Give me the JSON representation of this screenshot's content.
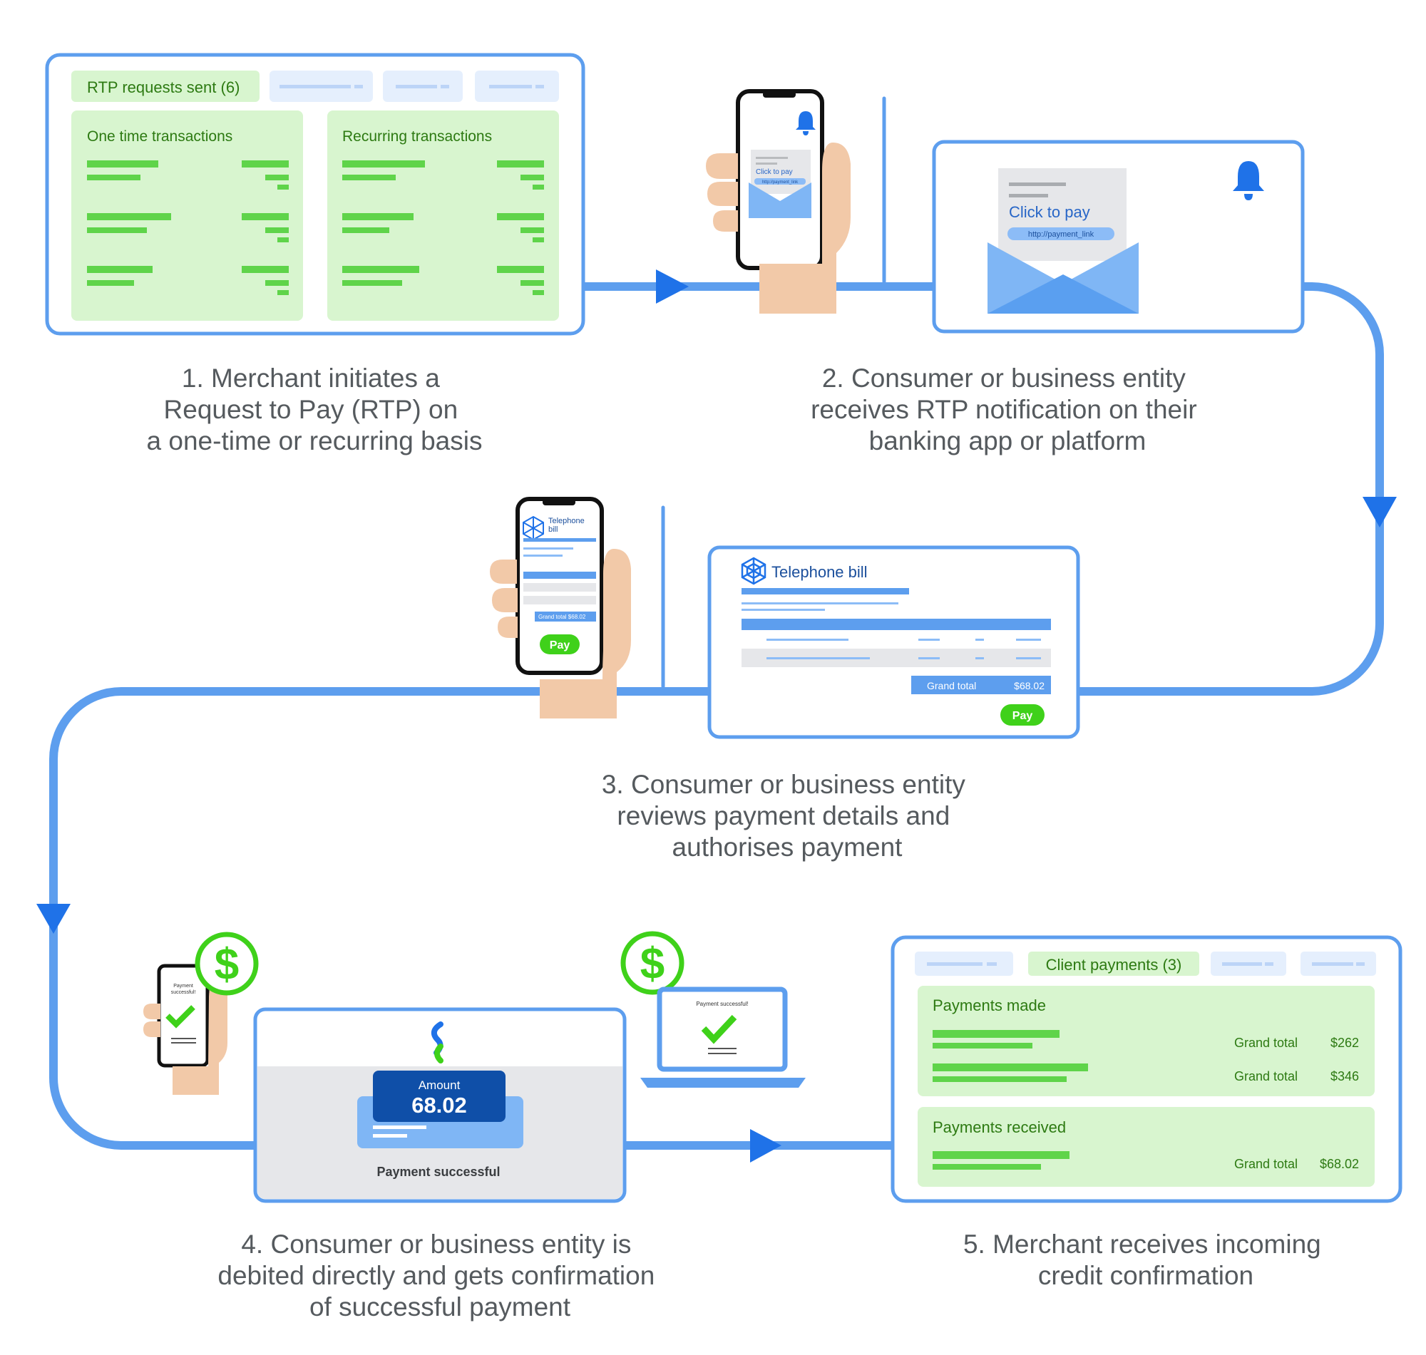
{
  "step1": {
    "tabs": [
      "RTP requests sent (6)"
    ],
    "one_time_heading": "One time transactions",
    "recurring_heading": "Recurring transactions",
    "caption": [
      "1. Merchant initiates a",
      "Request to Pay (RTP) on",
      "a one-time or recurring basis"
    ]
  },
  "step2": {
    "click_to_pay": "Click to pay",
    "payment_link": "http://payment_link",
    "caption": [
      "2. Consumer or business entity",
      "receives RTP notification on their",
      "banking app or platform"
    ]
  },
  "step3": {
    "bill_title": "Telephone bill",
    "phone_bill_title": [
      "Telephone",
      "bill"
    ],
    "grand_total_label": "Grand total",
    "grand_total_value": "$68.02",
    "phone_grand_total": "Grand total   $68.02",
    "pay_label": "Pay",
    "caption": [
      "3. Consumer or business entity",
      "reviews payment details and",
      "authorises payment"
    ]
  },
  "step4": {
    "amount_label": "Amount",
    "amount_value": "68.02",
    "status": "Payment successful",
    "laptop_status": "Payment successful!",
    "phone_status": [
      "Payment",
      "successful!"
    ],
    "dollar_symbol": "$",
    "caption": [
      "4. Consumer or business entity is",
      "debited directly and gets confirmation",
      "of successful payment"
    ]
  },
  "step5": {
    "tab": "Client payments (3)",
    "payments_made_heading": "Payments made",
    "payments_received_heading": "Payments received",
    "rows_made": [
      {
        "label": "Grand total",
        "value": "$262"
      },
      {
        "label": "Grand total",
        "value": "$346"
      }
    ],
    "rows_received": [
      {
        "label": "Grand total",
        "value": "$68.02"
      }
    ],
    "caption": [
      "5. Merchant receives incoming",
      "credit confirmation"
    ]
  },
  "colors": {
    "flow_blue": "#5d9eee",
    "arrow_blue": "#1f72e8",
    "panel_green": "#d8f5cf",
    "bar_green": "#5fd44a",
    "text_green": "#2d7a12",
    "pay_green": "#3fd11a",
    "dark_blue": "#0f4fa8",
    "skin": "#f2c9a8",
    "caption_gray": "#555a5e"
  }
}
